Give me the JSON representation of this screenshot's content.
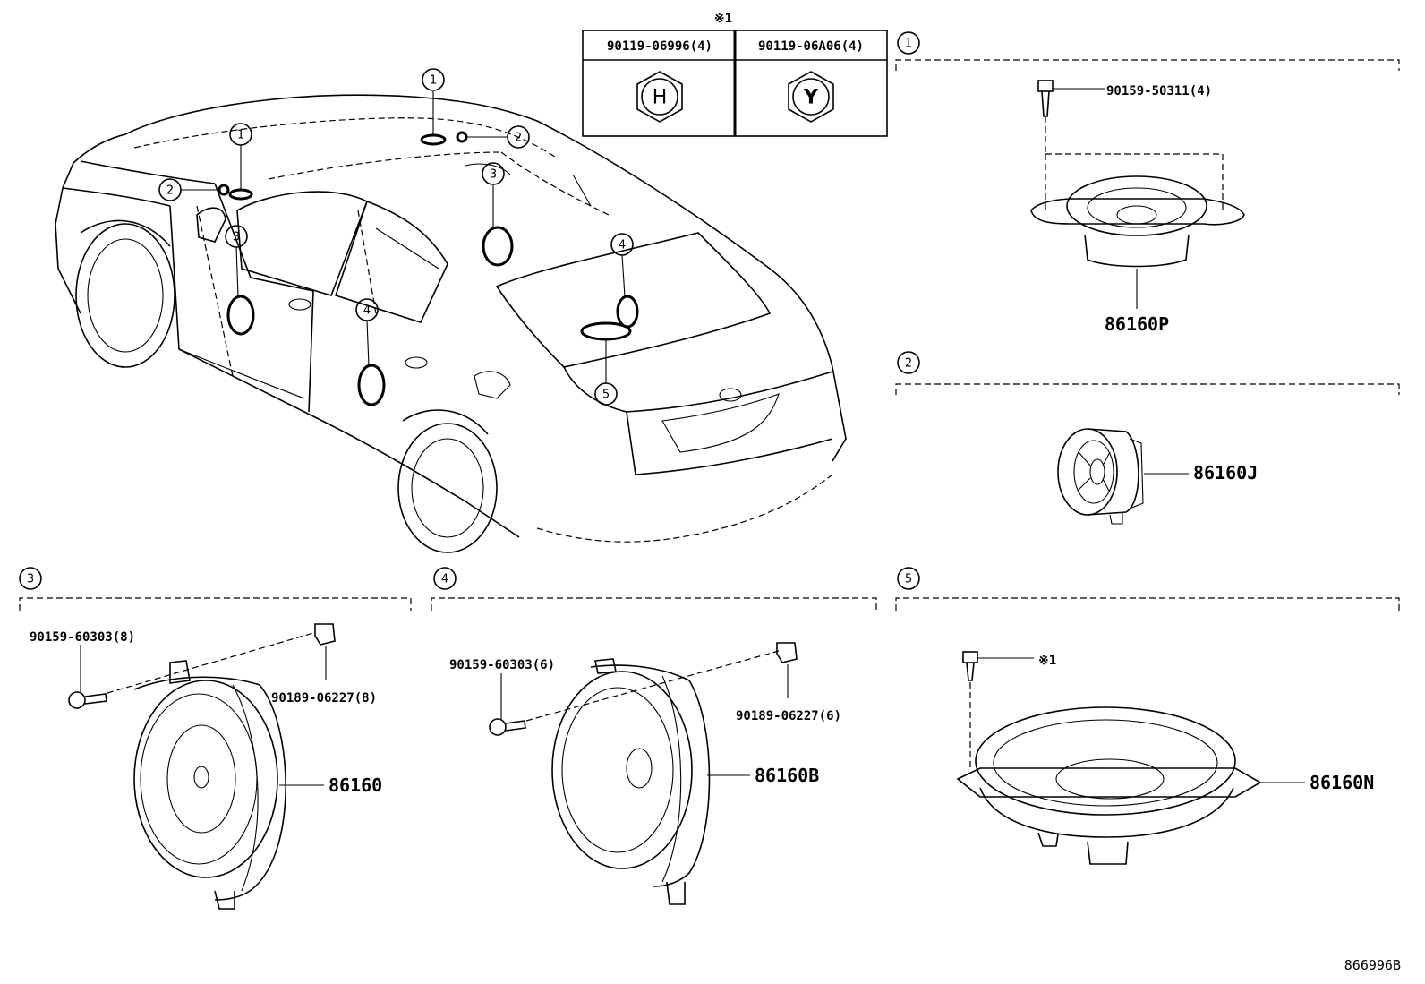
{
  "diagram": {
    "reference_code": "866996B",
    "note_mark": "※1",
    "nut_table": {
      "header_mark": "※1",
      "columns": [
        {
          "part_no": "90119-06996(4)",
          "symbol": "H"
        },
        {
          "part_no": "90119-06A06(4)",
          "symbol": "Y"
        }
      ]
    },
    "callouts": [
      "1",
      "2",
      "3",
      "4",
      "5"
    ],
    "sections": [
      {
        "id": "1",
        "parts": [
          "90159-50311(4)",
          "86160P"
        ]
      },
      {
        "id": "2",
        "parts": [
          "86160J"
        ]
      },
      {
        "id": "3",
        "parts": [
          "90159-60303(8)",
          "90189-06227(8)",
          "86160"
        ]
      },
      {
        "id": "4",
        "parts": [
          "90159-60303(6)",
          "90189-06227(6)",
          "86160B"
        ]
      },
      {
        "id": "5",
        "parts": [
          "※1",
          "86160N"
        ]
      }
    ]
  }
}
